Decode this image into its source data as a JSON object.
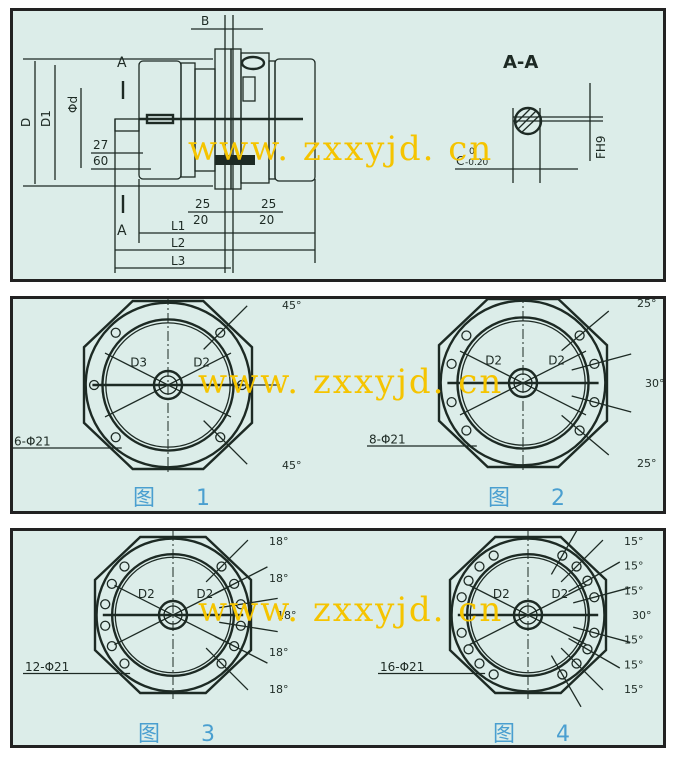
{
  "colors": {
    "background": "#dcede9",
    "line": "#1d2a24",
    "watermark": "#f5c400",
    "figure_label": "#4a9fd0"
  },
  "watermark": "www. zxxyjd. cn",
  "top": {
    "B": "B",
    "section_top": "A",
    "section_bottom": "A",
    "D": "D",
    "D1": "D1",
    "phi_d": "Φd",
    "dim_27": "27",
    "dim_60": "60",
    "dim_25_left": "25",
    "dim_20_left": "20",
    "dim_25_right": "25",
    "dim_20_right": "20",
    "L1": "L1",
    "L2": "L2",
    "L3": "L3",
    "section_title": "A-A",
    "C_dim": "C",
    "C_tol_upper": "0",
    "C_tol_lower": "-0.20",
    "FH9": "FH9"
  },
  "figures": [
    {
      "caption_char": "图",
      "caption_num": "1",
      "holes": "6-Φ21",
      "d_left": "D3",
      "d_right": "D2",
      "angles": [
        "45°",
        "45°"
      ]
    },
    {
      "caption_char": "图",
      "caption_num": "2",
      "holes": "8-Φ21",
      "d_left": "D2",
      "d_right": "D2",
      "angles": [
        "25°",
        "30°",
        "25°"
      ]
    },
    {
      "caption_char": "图",
      "caption_num": "3",
      "holes": "12-Φ21",
      "d_left": "D2",
      "d_right": "D2",
      "angles": [
        "18°",
        "18°",
        "18°",
        "18°",
        "18°"
      ]
    },
    {
      "caption_char": "图",
      "caption_num": "4",
      "holes": "16-Φ21",
      "d_left": "D2",
      "d_right": "D2",
      "angles": [
        "15°",
        "15°",
        "15°",
        "30°",
        "15°",
        "15°",
        "15°"
      ]
    }
  ]
}
